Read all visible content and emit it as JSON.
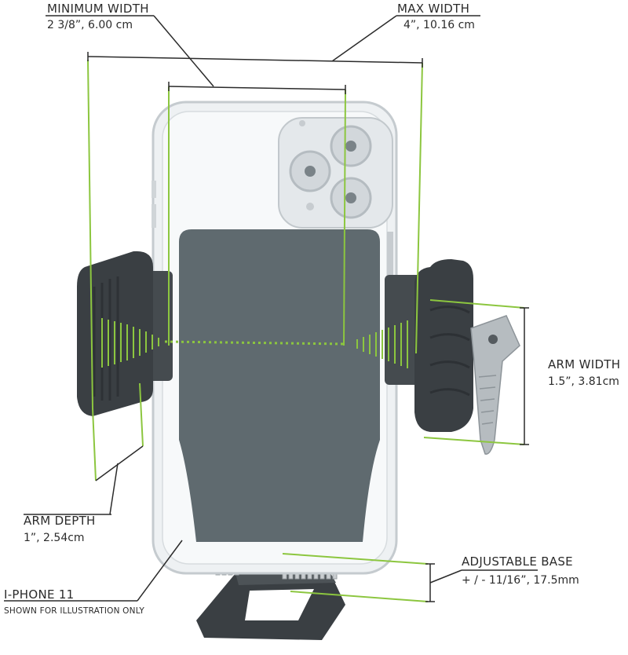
{
  "colors": {
    "accent_green": "#8cc63f",
    "leader_line": "#2b2b2b",
    "pad_gray": "#5f6a6f",
    "holder_dark": "#3f4448",
    "phone_case": "#e9edef"
  },
  "labels": {
    "min_width": {
      "title": "MINIMUM  WIDTH",
      "value": "2 3/8”, 6.00 cm"
    },
    "max_width": {
      "title": "MAX  WIDTH",
      "value": "4”, 10.16 cm"
    },
    "arm_width": {
      "title": "ARM WIDTH",
      "value": "1.5”,  3.81cm"
    },
    "arm_depth": {
      "title": "ARM DEPTH",
      "value": "1”,  2.54cm"
    },
    "adjustable_base": {
      "title": "ADJUSTABLE BASE",
      "value": "+ / - 11/16”, 17.5mm"
    },
    "iphone": {
      "title": "I-PHONE 11",
      "note": "SHOWN FOR ILLUSTRATION ONLY"
    }
  },
  "icons": [
    "phone-illustration",
    "holder-arm-left",
    "holder-arm-right",
    "vent-clip",
    "holder-base"
  ]
}
